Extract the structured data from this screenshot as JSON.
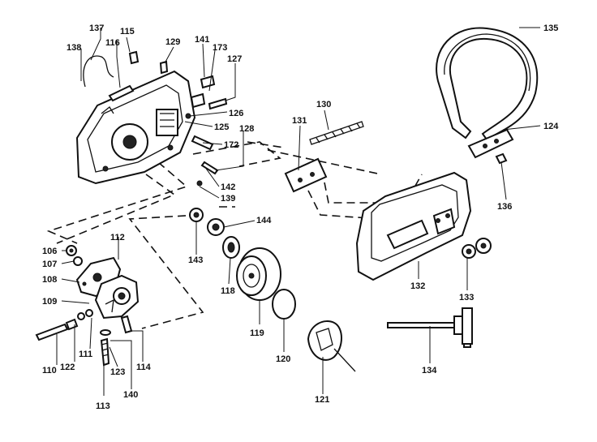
{
  "labels": {
    "l106": "106",
    "l107": "107",
    "l108": "108",
    "l109": "109",
    "l110": "110",
    "l111": "111",
    "l112": "112",
    "l113": "113",
    "l114": "114",
    "l115": "115",
    "l116": "116",
    "l118": "118",
    "l119": "119",
    "l120": "120",
    "l121": "121",
    "l122": "122",
    "l123": "123",
    "l124": "124",
    "l125": "125",
    "l126": "126",
    "l127": "127",
    "l128": "128",
    "l129": "129",
    "l130": "130",
    "l131": "131",
    "l132": "132",
    "l133": "133",
    "l134": "134",
    "l135": "135",
    "l136": "136",
    "l137": "137",
    "l138": "138",
    "l139": "139",
    "l140": "140",
    "l141": "141",
    "l142": "142",
    "l143": "143",
    "l144": "144",
    "l172": "172",
    "l173": "173"
  }
}
